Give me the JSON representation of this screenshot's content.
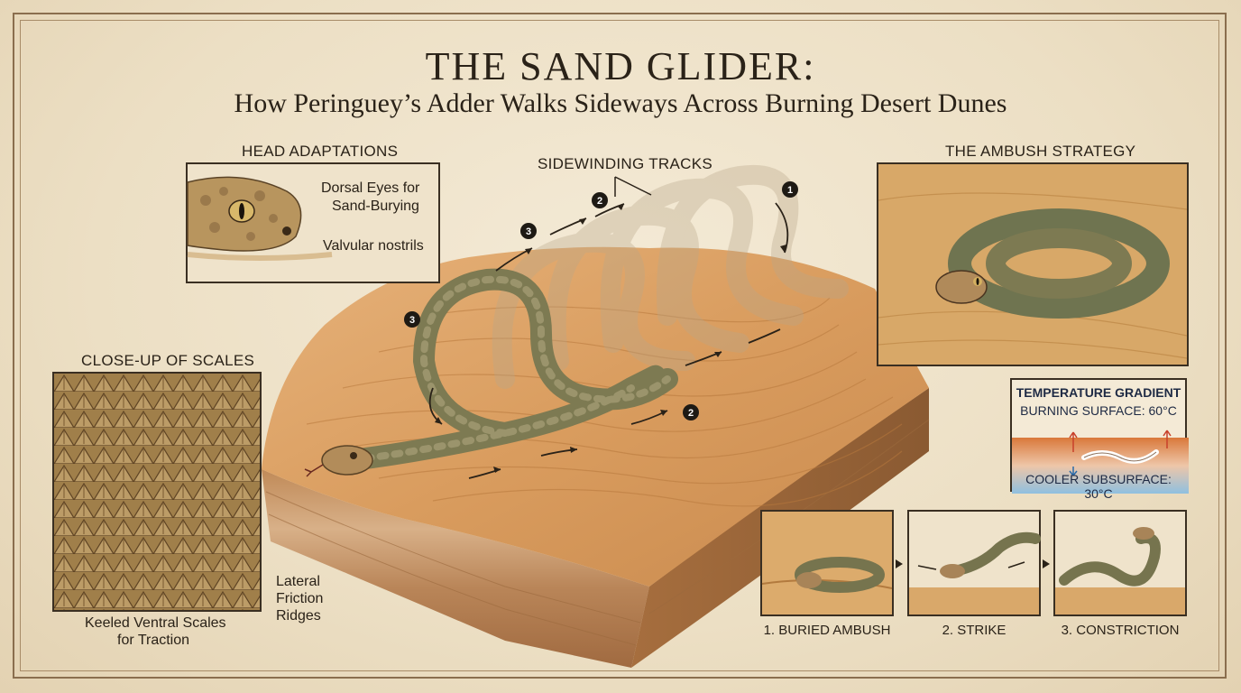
{
  "title": "THE SAND GLIDER:",
  "subtitle": "How Peringuey’s Adder Walks Sideways Across Burning Desert Dunes",
  "head_adaptations": {
    "heading": "HEAD ADAPTATIONS",
    "label_eyes_line1": "Dorsal Eyes for",
    "label_eyes_line2": "Sand-Burying",
    "label_nostrils": "Valvular nostrils"
  },
  "scales": {
    "heading": "CLOSE-UP OF SCALES",
    "label_ventral_line1": "Keeled Ventral Scales",
    "label_ventral_line2": "for Traction",
    "label_lateral_line1": "Lateral",
    "label_lateral_line2": "Friction",
    "label_lateral_line3": "Ridges"
  },
  "tracks": {
    "heading": "SIDEWINDING TRACKS",
    "markers": [
      "1",
      "2",
      "3",
      "3",
      "2"
    ]
  },
  "ambush": {
    "heading": "THE AMBUSH STRATEGY"
  },
  "temperature": {
    "title": "TEMPERATURE GRADIENT",
    "hot": "BURNING SURFACE: 60°C",
    "cool": "COOLER SUBSURFACE: 30°C",
    "hot_color": "#d9783a",
    "cool_color": "#8fc0e0"
  },
  "sequence": {
    "steps": [
      "1. BURIED AMBUSH",
      "2. STRIKE",
      "3. CONSTRICTION"
    ]
  },
  "colors": {
    "sand": "#d9a76a",
    "sand_dark": "#b77a3f",
    "snake": "#8a8a62",
    "frame": "#8a6e4e"
  }
}
